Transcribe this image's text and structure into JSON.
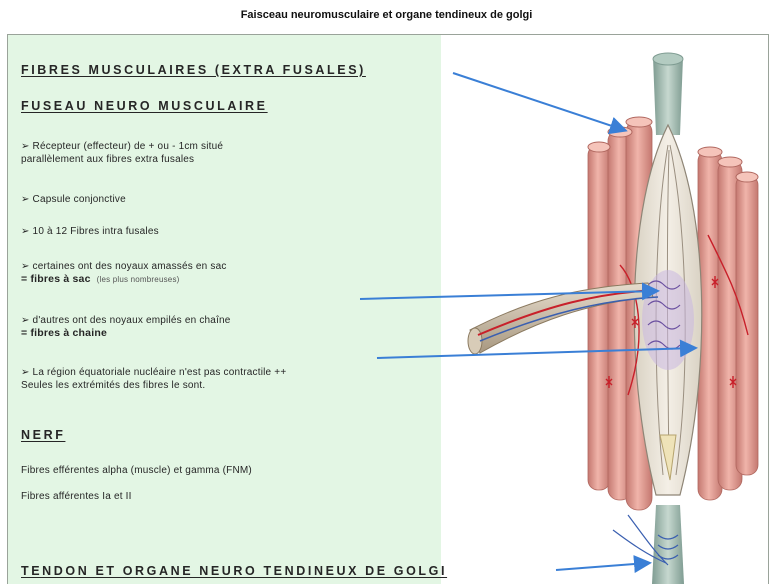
{
  "title": "Faisceau neuromusculaire et organe tendineux de golgi",
  "sections": {
    "fibres_heading": "FIBRES MUSCULAIRES (EXTRA FUSALES)",
    "fuseau_heading": "FUSEAU NEURO MUSCULAIRE",
    "nerf_heading": "NERF",
    "tendon_heading": "TENDON ET ORGANE NEURO TENDINEUX DE GOLGI"
  },
  "fuseau_points": {
    "recepteur_1": "➢  Récepteur (effecteur) de + ou  - 1cm situé",
    "recepteur_2": "parallèlement aux fibres extra fusales",
    "capsule": "➢  Capsule conjonctive",
    "fibres_intra": "➢  10 à 12 Fibres intra fusales",
    "sac_1": "➢  certaines  ont des noyaux amassés en sac",
    "sac_2": "= fibres à sac",
    "sac_note": "(les plus nombreuses)",
    "chaine_1": "➢  d'autres ont des noyaux empilés en chaîne",
    "chaine_2": "= fibres à chaine",
    "equat_1": "➢  La région équatoriale nucléaire n'est pas contractile ++",
    "equat_2": "Seules les extrémités des fibres le sont."
  },
  "nerf_points": {
    "efferentes": "Fibres efférentes alpha (muscle) et gamma (FNM)",
    "afferentes": "Fibres afférentes Ia et II"
  },
  "colors": {
    "text_panel_bg": "#e3f6e4",
    "arrow": "#3a7fd6",
    "muscle": "#e8a49a",
    "muscle_dark": "#c97c72",
    "tendon": "#9fb8ad",
    "nerve": "#c9b8a0",
    "nerve_red": "#c8202a"
  },
  "icons": {
    "bullet": "arrowhead-bullet-icon",
    "illustration": "muscle-spindle-illustration"
  }
}
